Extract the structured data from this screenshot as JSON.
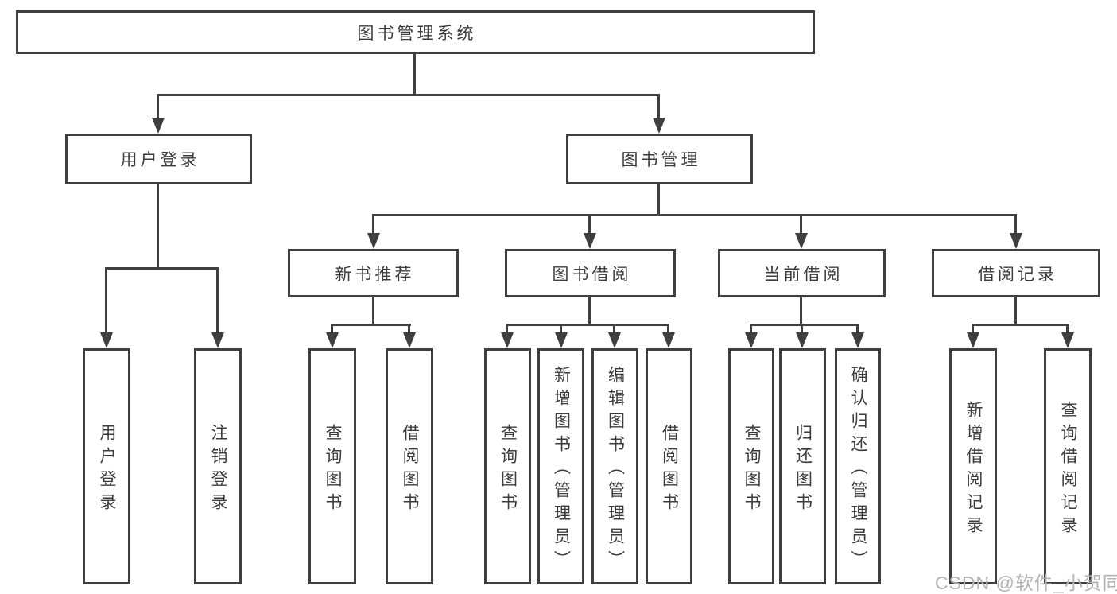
{
  "diagram": {
    "root": {
      "label": "图书管理系统"
    },
    "branches": [
      "用户登录",
      "图书管理"
    ],
    "sections": [
      "新书推荐",
      "图书借阅",
      "当前借阅",
      "借阅记录"
    ],
    "leaves": {
      "user_login": [
        "用户登录",
        "注销登录"
      ],
      "new_book": [
        "查询图书",
        "借阅图书"
      ],
      "book_borrow": [
        "查询图书",
        "新增图书（管理员）",
        "编辑图书（管理员）",
        "借阅图书"
      ],
      "current_borrow": [
        "查询图书",
        "归还图书",
        "确认归还（管理员）"
      ],
      "borrow_record": [
        "新增借阅记录",
        "查询借阅记录"
      ]
    },
    "watermark": "CSDN @软件_小贺同学",
    "colors": {
      "line": "#3f3f3f",
      "box_border": "#3f3f3f",
      "text": "#3c3c3c",
      "watermark": "#b3b3b3",
      "background": "#ffffff"
    }
  }
}
